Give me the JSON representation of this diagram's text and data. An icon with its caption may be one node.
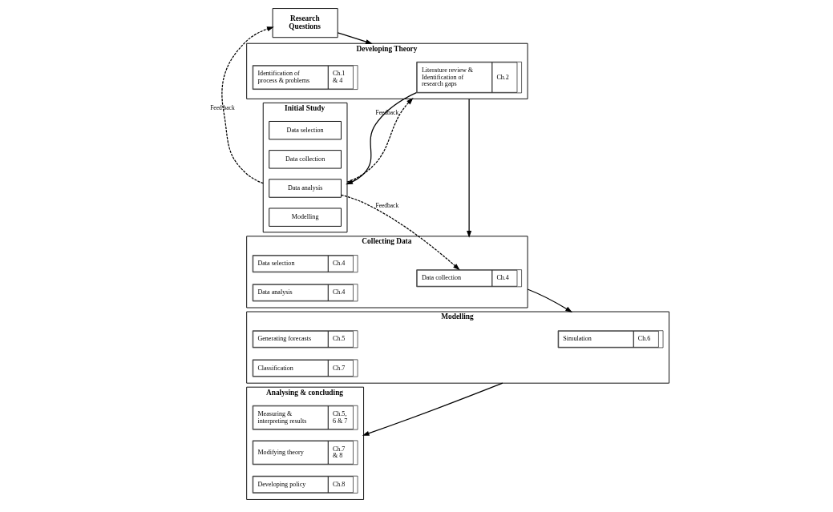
{
  "diagram": {
    "nodes": [
      {
        "text": [
          "Research Questions"
        ]
      },
      {
        "text": [
          "Developing Theory"
        ]
      },
      {
        "text": [
          "Identification of process & problems",
          "Ch.1 & 4"
        ],
        "in": 1
      },
      {
        "text": [
          "Literature review & Identification of research gaps",
          "Ch.2"
        ],
        "in": 1
      },
      {
        "text": [
          "Analysing & concluding"
        ]
      },
      {
        "text": [
          "Measuring & interpreting results",
          "Ch.5, 6 & 7"
        ],
        "in": 4
      },
      {
        "text": [
          "Modifying theory",
          "Ch.7 & 8"
        ],
        "in": 4
      },
      {
        "text": [
          "Developing policy",
          "Ch.8"
        ],
        "in": 4
      },
      {
        "text": [
          "Initial Study"
        ]
      },
      {
        "text": [
          "Data selection"
        ],
        "in": 8
      },
      {
        "text": [
          "Data collection"
        ],
        "in": 8
      },
      {
        "text": [
          "Data analysis"
        ],
        "in": 8
      },
      {
        "text": [
          "Modelling"
        ],
        "in": 8
      },
      {
        "text": [
          "Collecting Data"
        ]
      },
      {
        "text": [
          "Data selection",
          "Ch.4"
        ],
        "in": 13
      },
      {
        "text": [
          "Data collection",
          "Ch.4"
        ],
        "in": 13
      },
      {
        "text": [
          "Data analysis",
          "Ch.4"
        ],
        "in": 13
      },
      {
        "text": [
          "Modelling"
        ]
      },
      {
        "text": [
          "Generating forecasts",
          "Ch.5"
        ],
        "in": 17
      },
      {
        "text": [
          "Simulation",
          "Ch.6"
        ],
        "in": 17
      },
      {
        "text": [
          "Classification",
          "Ch.7"
        ],
        "in": 17
      }
    ],
    "edges": [
      {
        "from": 0,
        "to": 1,
        "arrow": "to"
      },
      {
        "from": 3,
        "to": 8,
        "arrow": "to"
      },
      {
        "from": 8,
        "to": 0,
        "arrow": "to",
        "style": "dashed",
        "label": "Feed back"
      },
      {
        "from": 8,
        "to": 1,
        "arrow": "to",
        "style": "dashed",
        "label": "Feedback"
      },
      {
        "from": 1,
        "to": 13,
        "arrow": "to"
      },
      {
        "from": 11,
        "to": 15,
        "arrow": "to",
        "style": "dashed",
        "label": "Feedback"
      },
      {
        "from": 13,
        "to": 17,
        "arrow": "to"
      },
      {
        "from": 17,
        "to": 4,
        "arrow": "to"
      }
    ]
  }
}
